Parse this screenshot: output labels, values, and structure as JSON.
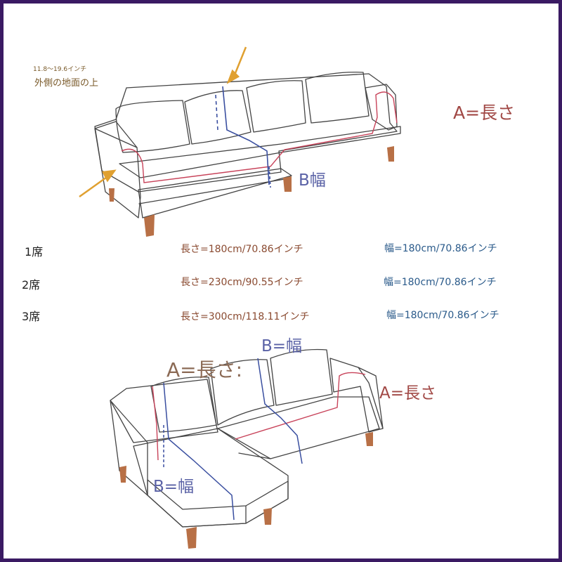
{
  "annotations": {
    "ground_range": "11.8～19.6インチ",
    "ground_note": "外側の地面の上",
    "a_length_top": "A=長さ",
    "b_width_top": "B幅",
    "b_width_bottom_top": "B=幅",
    "a_length_bottom_left": "A=長さ:",
    "a_length_bottom_right": "A=長さ",
    "b_width_bottom_left": "B=幅"
  },
  "size_table": [
    {
      "seats": "1席",
      "length": "長さ=180cm/70.86インチ",
      "width": "幅=180cm/70.86インチ"
    },
    {
      "seats": "2席",
      "length": "長さ=230cm/90.55インチ",
      "width": "幅=180cm/70.86インチ"
    },
    {
      "seats": "3席",
      "length": "長さ=300cm/118.11インチ",
      "width": "幅=180cm/70.86インチ"
    }
  ],
  "colors": {
    "frame_border": "#3a1a63",
    "length_marker": "#c8435a",
    "width_marker": "#3a4fa0",
    "arrow": "#e0a030",
    "legs": "#b87046"
  }
}
